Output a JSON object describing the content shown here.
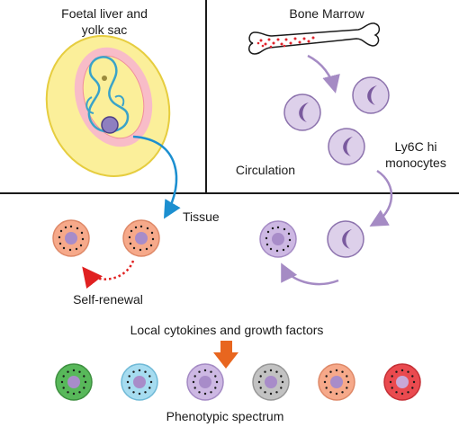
{
  "labels": {
    "origin": [
      "Foetal liver and",
      "yolk sac"
    ],
    "marrow": "Bone Marrow",
    "monocytes": [
      "Ly6C hi",
      "monocytes"
    ],
    "circulation": "Circulation",
    "tissue": "Tissue",
    "self_renewal": "Self-renewal",
    "cytokines": "Local cytokines and growth factors",
    "spectrum": "Phenotypic spectrum"
  },
  "colors": {
    "divider": "#1a1a1a",
    "monocyte_fill": "#ddd0ea",
    "monocyte_stroke": "#8c72ad",
    "nucleus": "#7a5a9e",
    "arrow_purple": "#a58bc4",
    "arrow_blue": "#1c8fd0",
    "arrow_red": "#e02020",
    "arrow_orange": "#e8661f",
    "embryo_egg": "#fbef9a",
    "embryo_sac": "#f8bcc8",
    "marrow_dots": "#e0242c"
  },
  "spectrum_cells": [
    {
      "name": "green",
      "fill": "#58b85a",
      "ring": "#3d8f3f",
      "core": "#a88cc9"
    },
    {
      "name": "cyan",
      "fill": "#a6dcf0",
      "ring": "#6fb9d6",
      "core": "#a88cc9"
    },
    {
      "name": "lilac",
      "fill": "#cdb8e3",
      "ring": "#a48ac4",
      "core": "#a88cc9"
    },
    {
      "name": "grey",
      "fill": "#c2c2c2",
      "ring": "#979797",
      "core": "#a88cc9"
    },
    {
      "name": "salmon",
      "fill": "#f6a98a",
      "ring": "#de8867",
      "core": "#a88cc9"
    },
    {
      "name": "red",
      "fill": "#ea4a4f",
      "ring": "#c42f35",
      "core": "#c8a9d8"
    }
  ]
}
